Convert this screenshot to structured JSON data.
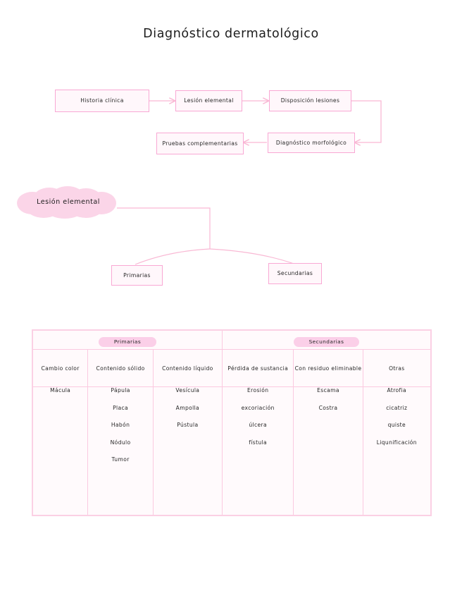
{
  "page": {
    "title": "Diagnóstico dermatológico",
    "background": "#ffffff"
  },
  "colors": {
    "border_pink": "#f9a8d4",
    "fill_pink": "#fff7fb",
    "line_pink": "#f9b8d8",
    "cloud_pink": "#fbd5e8",
    "pill_pink": "#fbcfe8",
    "table_border": "#fbd0e4",
    "table_fill": "#fffafc",
    "text": "#262626"
  },
  "flowchart": {
    "nodes": [
      {
        "id": "historia-clinica",
        "label": "Historia clínica"
      },
      {
        "id": "lesion-elemental",
        "label": "Lesión elemental"
      },
      {
        "id": "disposicion-lesiones",
        "label": "Disposición lesiones"
      },
      {
        "id": "diagnostico-morfologico",
        "label": "Diagnóstico morfológico"
      },
      {
        "id": "pruebas-complementarias",
        "label": "Pruebas complementarias"
      }
    ]
  },
  "branch": {
    "cloud_label": "Lesión elemental",
    "children": [
      {
        "id": "primarias",
        "label": "Primarias"
      },
      {
        "id": "secundarias",
        "label": "Secundarias"
      }
    ]
  },
  "table": {
    "groups": [
      {
        "label": "Primarias",
        "span": 3
      },
      {
        "label": "Secundarias",
        "span": 3
      }
    ],
    "columns": [
      "Cambio color",
      "Contenido sólido",
      "Contenido líquido",
      "Pérdida de sustancia",
      "Con residuo eliminable",
      "Otras"
    ],
    "cells": [
      [
        "Mácula"
      ],
      [
        "Pápula",
        "Placa",
        "Habón",
        "Nódulo",
        "Tumor"
      ],
      [
        "Vesícula",
        "Ampolla",
        "Pústula"
      ],
      [
        "Erosión",
        "excoriación",
        "úlcera",
        "fístula"
      ],
      [
        "Escama",
        "Costra"
      ],
      [
        "Atrofia",
        "cicatriz",
        "quiste",
        "Liqunificación"
      ]
    ]
  }
}
